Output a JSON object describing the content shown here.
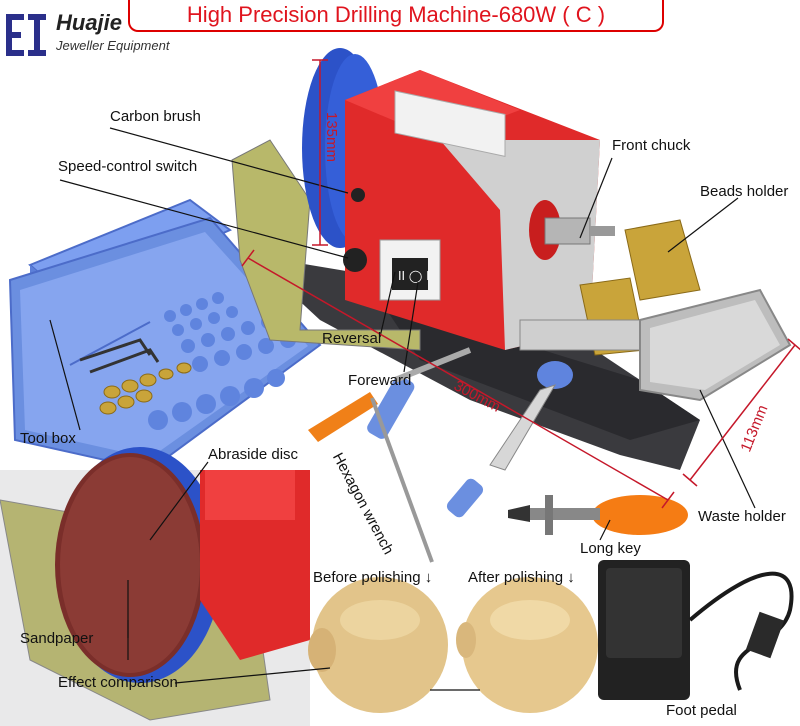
{
  "header": {
    "title": "High Precision Drilling Machine-680W ( C )",
    "brand": "Huajie",
    "tagline": "Jeweller Equipment",
    "logo_letters": "EI"
  },
  "labels": {
    "carbon_brush": "Carbon brush",
    "speed_switch": "Speed-control switch",
    "front_chuck": "Front chuck",
    "beads_holder": "Beads holder",
    "reversal": "Reversal",
    "foreward": "Foreward",
    "tool_box": "Tool box",
    "abraside_disc": "Abraside disc",
    "hexagon_wrench": "Hexagon wrench",
    "waste_holder": "Waste holder",
    "long_key": "Long key",
    "before_polishing": "Before polishing ↓",
    "after_polishing": "After polishing ↓",
    "sandpaper": "Sandpaper",
    "effect_comparison": "Effect comparison",
    "foot_pedal": "Foot pedal"
  },
  "dimensions": {
    "height": "135mm",
    "length": "300mm",
    "width": "113mm"
  },
  "colors": {
    "title_red": "#e0141e",
    "dimension_red": "#c5182a",
    "logo_navy": "#2a2f8a",
    "machine_red": "#e02a2a",
    "disc_blue": "#2c52c8",
    "toolbox_blue": "#6b8fe0",
    "brass": "#c9a43a",
    "wood": "#e7c98d"
  }
}
